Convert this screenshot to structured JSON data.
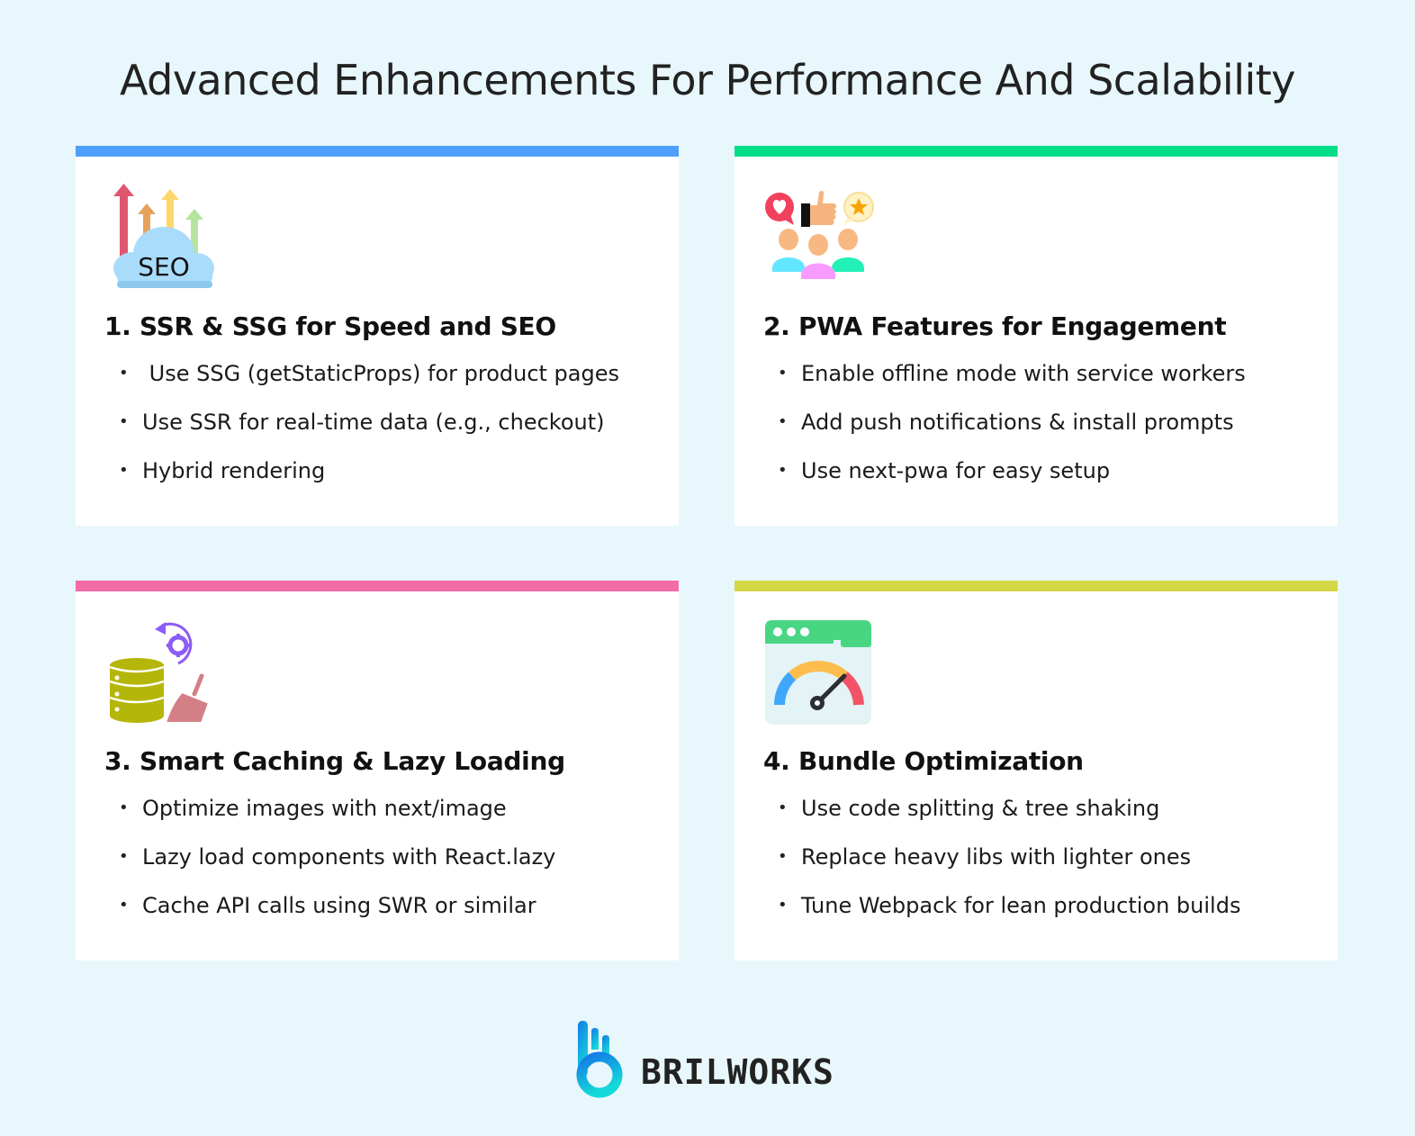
{
  "page": {
    "title": "Advanced Enhancements For Performance And Scalability",
    "background_color": "#e8f7fb"
  },
  "cards": [
    {
      "number": "1.",
      "title": "1. SSR & SSG for Speed and SEO",
      "accent_color": "#4e9ffb",
      "icon": "seo-cloud-icon",
      "icon_label": "SEO",
      "bullets": [
        " Use SSG (getStaticProps) for product pages",
        "Use SSR for real-time data (e.g., checkout)",
        "Hybrid rendering"
      ]
    },
    {
      "number": "2.",
      "title": "2. PWA Features for Engagement",
      "accent_color": "#02dd87",
      "icon": "user-engagement-icon",
      "bullets": [
        "Enable offline mode with service workers",
        "Add push notifications & install prompts",
        "Use next-pwa for easy setup"
      ]
    },
    {
      "number": "3.",
      "title": "3. Smart Caching & Lazy Loading",
      "accent_color": "#f46ca6",
      "icon": "database-cache-icon",
      "bullets": [
        "Optimize images with next/image",
        "Lazy load components with React.lazy",
        "Cache API calls using SWR or similar"
      ]
    },
    {
      "number": "4.",
      "title": "4. Bundle Optimization",
      "accent_color": "#d4d846",
      "icon": "speed-gauge-icon",
      "bullets": [
        "Use code splitting & tree shaking",
        "Replace heavy libs with lighter ones",
        "Tune Webpack for lean production builds"
      ]
    }
  ],
  "footer": {
    "brand_name": "BRILWORKS",
    "logo_icon": "brilworks-logo-icon"
  },
  "bullet_glyph": "•"
}
